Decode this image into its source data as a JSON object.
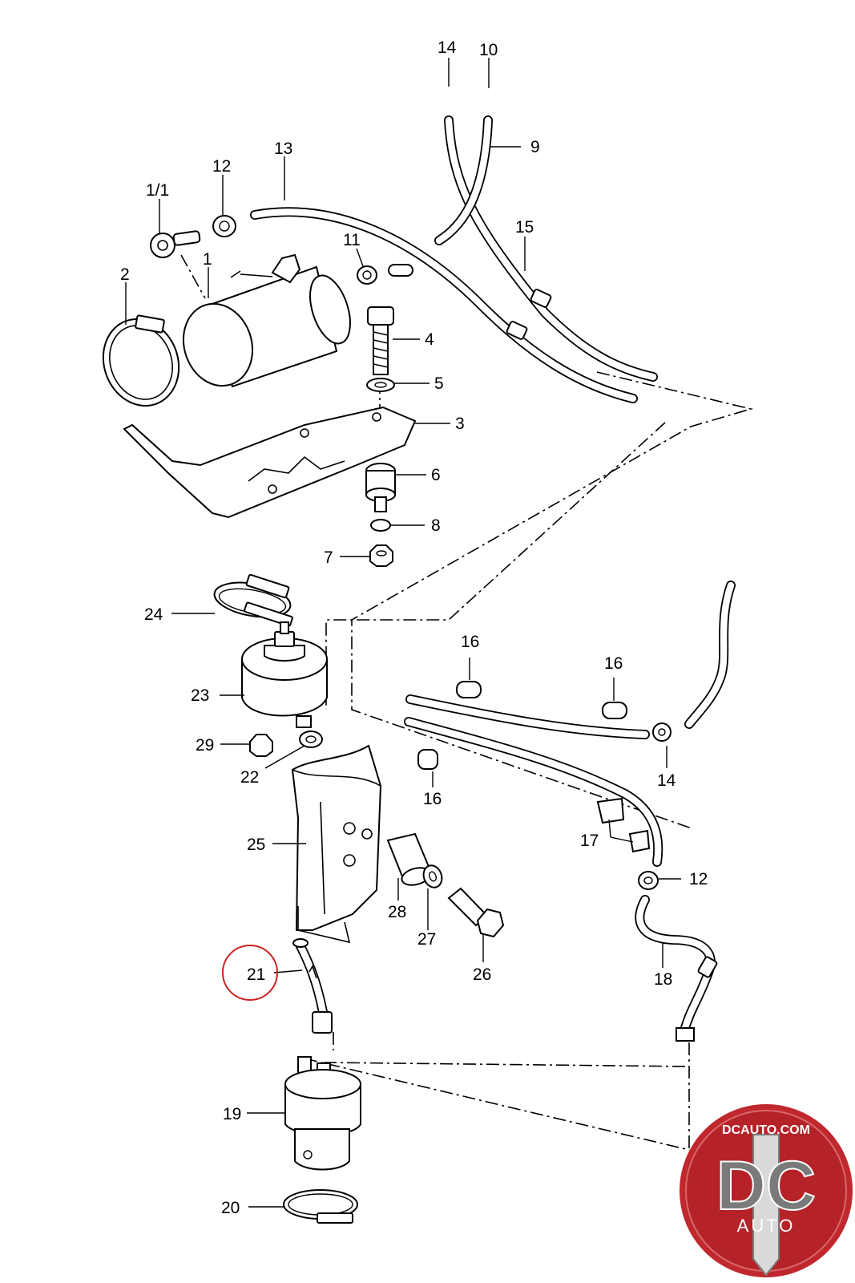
{
  "callouts": {
    "c1": "1",
    "c1_1": "1/1",
    "c2": "2",
    "c3": "3",
    "c4": "4",
    "c5": "5",
    "c6": "6",
    "c7": "7",
    "c8": "8",
    "c9": "9",
    "c10": "10",
    "c11": "11",
    "c12a": "12",
    "c12b": "12",
    "c13": "13",
    "c14a": "14",
    "c14b": "14",
    "c15": "15",
    "c16a": "16",
    "c16b": "16",
    "c16c": "16",
    "c17": "17",
    "c18": "18",
    "c19": "19",
    "c20": "20",
    "c21": "21",
    "c22": "22",
    "c23": "23",
    "c24": "24",
    "c25": "25",
    "c26": "26",
    "c27": "27",
    "c28": "28",
    "c29": "29"
  },
  "highlight": {
    "part": "21",
    "color": "#cc2222"
  },
  "logo": {
    "domain": "DCAUTO.COM",
    "letters": "DC",
    "word": "AUTO",
    "colors": {
      "red": "#c0282d",
      "gray": "#7a7a7a",
      "silver": "#d9d9d9"
    }
  }
}
